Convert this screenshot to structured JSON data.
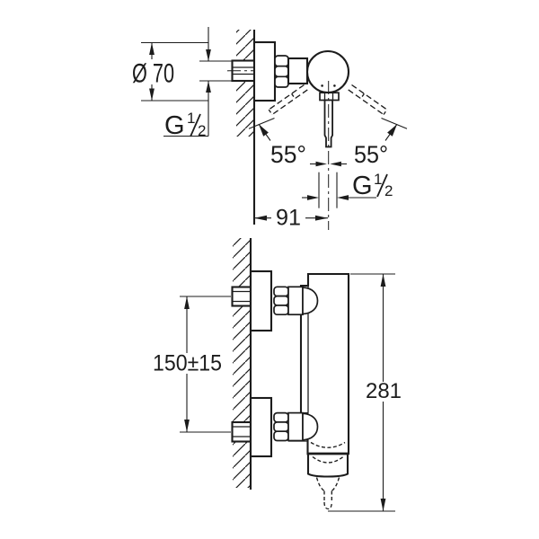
{
  "drawing": {
    "type": "technical-dimension-drawing",
    "subject": "wall-mounted single-lever shower mixer, top view and side view",
    "background": "#ffffff",
    "line_color": "#1c1c1c",
    "dimensions": {
      "flange_diameter": {
        "label": "Ø 70"
      },
      "inlet_thread": {
        "g": "G",
        "numerator": "1",
        "denominator": "2"
      },
      "outlet_thread": {
        "g": "G",
        "numerator": "1",
        "denominator": "2"
      },
      "lever_swing_left": {
        "label": "55°"
      },
      "lever_swing_right": {
        "label": "55°"
      },
      "wall_to_outlet_center": {
        "label": "91"
      },
      "inlet_center_spacing": {
        "label": "150±15"
      },
      "overall_height": {
        "label": "281"
      }
    }
  }
}
